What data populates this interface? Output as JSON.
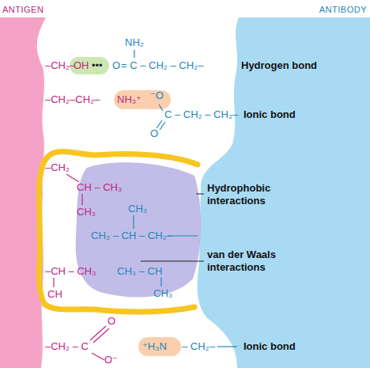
{
  "diagram": {
    "labels": [
      "ANTIGEN",
      "ANTIBODY",
      "NH₂",
      "–CH₂–",
      "OH",
      "•••",
      "O",
      "= C – CH₂ – CH₂–",
      "Hydrogen bond",
      "–CH₂–CH₂–",
      "NH₃⁺",
      "⁻O",
      "C – CH₂ – CH₂–",
      "O",
      "Ionic bond",
      "–CH₂",
      "CH – CH₃",
      "CH₃",
      "CH₃",
      "CH₃ – CH – CH₂–",
      "Hydrophobic interactions",
      "van der Waals interactions",
      "–CH – CH₃",
      "CH",
      "CH₃ – CH",
      "CH₃",
      "–CH₂ – C",
      "O",
      "O⁻",
      "⁺H₃N",
      "– CH₂–",
      "Ionic bond"
    ]
  }
}
